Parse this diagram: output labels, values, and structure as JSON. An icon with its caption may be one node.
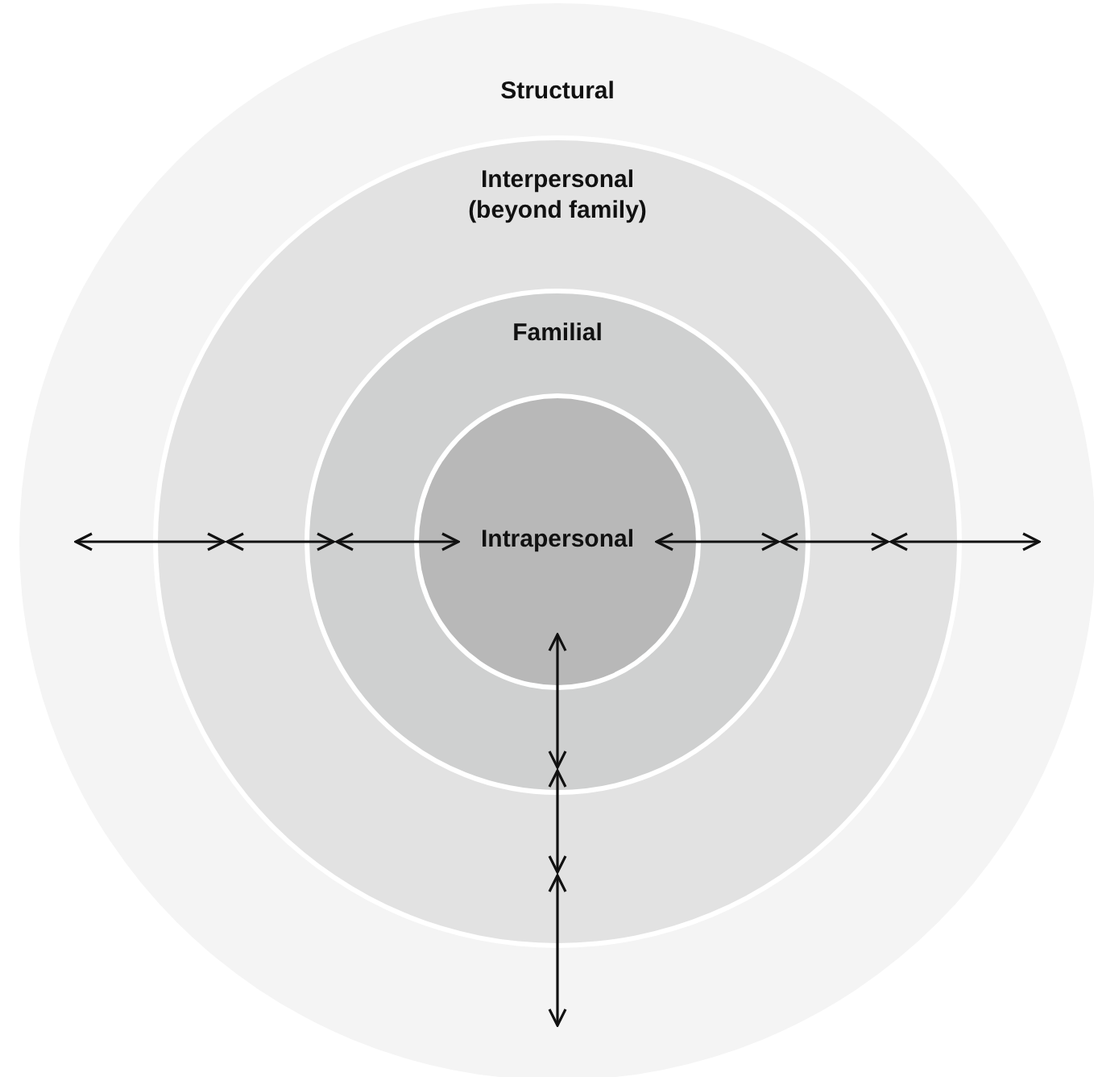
{
  "diagram": {
    "nodes": [
      {
        "text": [
          "Structural"
        ]
      },
      {
        "text": [
          "Interpersonal (beyond family)"
        ],
        "in": 0
      },
      {
        "text": [
          "Familial"
        ],
        "in": 1
      },
      {
        "text": [
          "Intrapersonal"
        ],
        "in": 2
      }
    ],
    "edges": [
      {
        "from": 0,
        "to": 1,
        "arrow": "both"
      },
      {
        "from": 1,
        "to": 2,
        "arrow": "both"
      },
      {
        "from": 2,
        "to": 3,
        "arrow": "both"
      },
      {
        "from": 3,
        "to": 2,
        "arrow": "both"
      },
      {
        "from": 2,
        "to": 1,
        "arrow": "both"
      },
      {
        "from": 1,
        "to": 0,
        "arrow": "both"
      },
      {
        "from": 3,
        "to": 2,
        "arrow": "both"
      },
      {
        "from": 2,
        "to": 1,
        "arrow": "both"
      },
      {
        "from": 1,
        "to": 0,
        "arrow": "both"
      }
    ]
  }
}
